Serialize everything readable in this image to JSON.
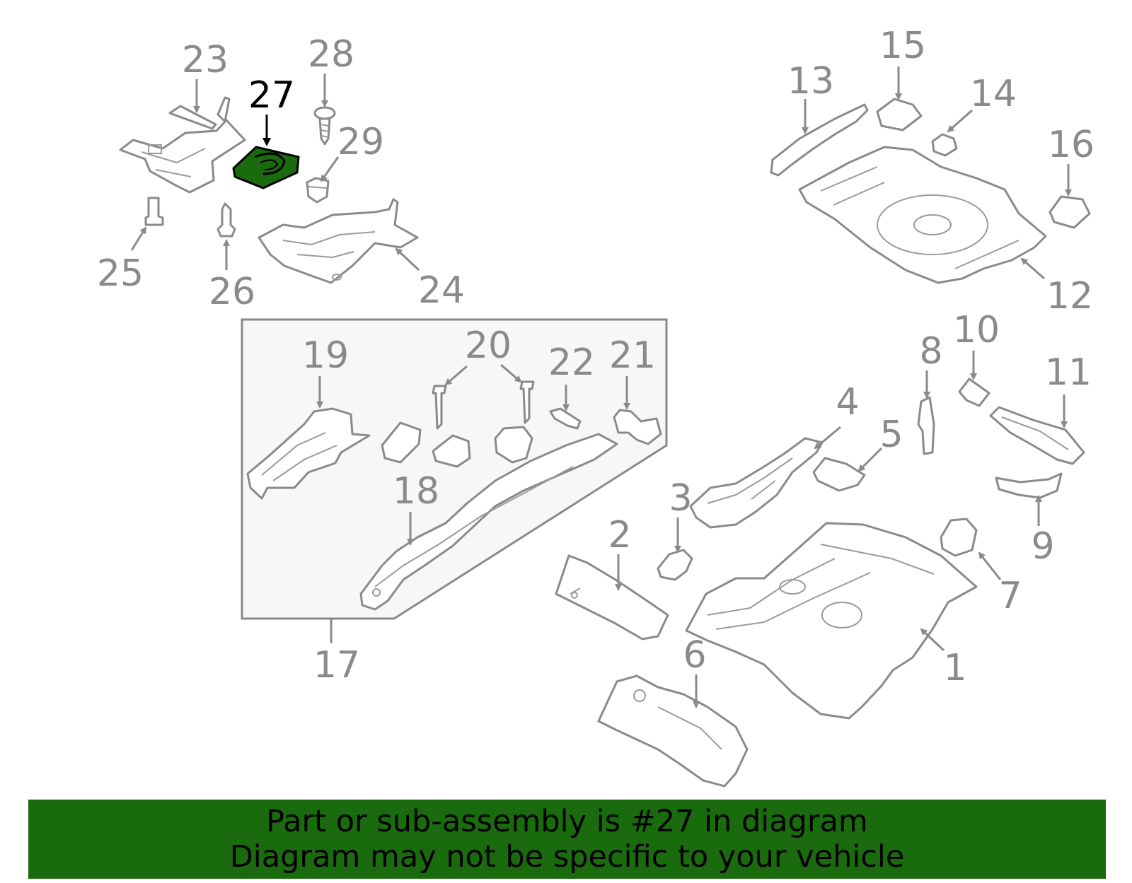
{
  "diagram": {
    "highlighted_part": "27",
    "highlight_color": "#1a6b0e",
    "callouts": [
      "1",
      "2",
      "3",
      "4",
      "5",
      "6",
      "7",
      "8",
      "9",
      "10",
      "11",
      "12",
      "13",
      "14",
      "15",
      "16",
      "17",
      "18",
      "19",
      "20",
      "21",
      "22",
      "23",
      "24",
      "25",
      "26",
      "27",
      "28",
      "29"
    ]
  },
  "banner": {
    "line1": "Part or sub-assembly is #27 in diagram",
    "line2": "Diagram may not be specific to your vehicle",
    "background": "#1a6b0e"
  }
}
